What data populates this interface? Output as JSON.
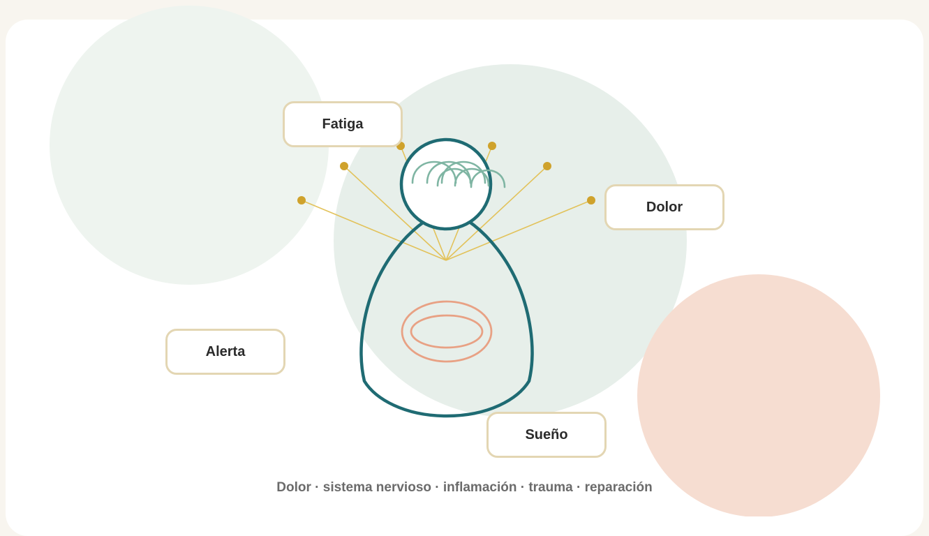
{
  "labels": {
    "fatiga": "Fatiga",
    "dolor": "Dolor",
    "alerta": "Alerta",
    "sueno": "Sueño"
  },
  "caption": "Dolor · sistema nervioso · inflamación · trauma · reparación",
  "colors": {
    "page_bg": "#f8f5ef",
    "card_bg": "#ffffff",
    "bubble_green": "#e7efea",
    "bubble_peach": "#f6ddd1",
    "figure_stroke": "#1f6b73",
    "waves": "#7fb5a3",
    "core_rings": "#e8a184",
    "nerve_lines": "#e2c25a",
    "nerve_dots": "#cfa22c",
    "label_border": "#e3d6b3"
  },
  "icons": [
    "person-figure-icon",
    "brain-waves-icon",
    "core-rings-icon",
    "nerve-rays-icon"
  ]
}
